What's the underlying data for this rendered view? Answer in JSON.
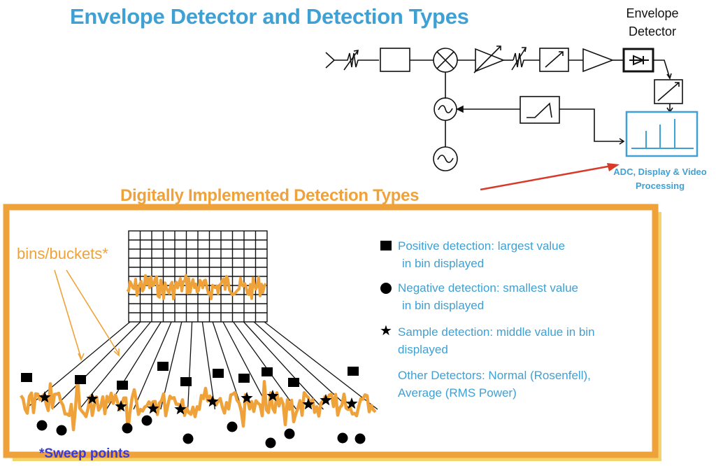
{
  "title": "Envelope Detector and Detection Types",
  "block_diagram": {
    "envelope_detector_label": "Envelope Detector",
    "adc_label": "ADC, Display & Video Processing"
  },
  "section_title": "Digitally Implemented Detection Types",
  "bins_label": "bins/buckets*",
  "sweep_note": "*Sweep points",
  "legend": {
    "positive": {
      "line1": "Positive detection: largest value",
      "line2": "in bin displayed",
      "marker": "square"
    },
    "negative": {
      "line1": "Negative detection: smallest value",
      "line2": "in bin displayed",
      "marker": "circle"
    },
    "sample": {
      "line1": "Sample detection: middle value in bin",
      "line2": "displayed",
      "marker": "star"
    },
    "other": {
      "line1": "Other Detectors: Normal (Rosenfell),",
      "line2": "Average (RMS Power)"
    }
  },
  "colors": {
    "title_blue": "#3fa0d3",
    "orange": "#f0a23a",
    "sweep_blue": "#3a3ad6",
    "red_arrow": "#d83a2a",
    "frame_orange": "#f0a23a",
    "frame_shadow": "#f4d46a"
  }
}
